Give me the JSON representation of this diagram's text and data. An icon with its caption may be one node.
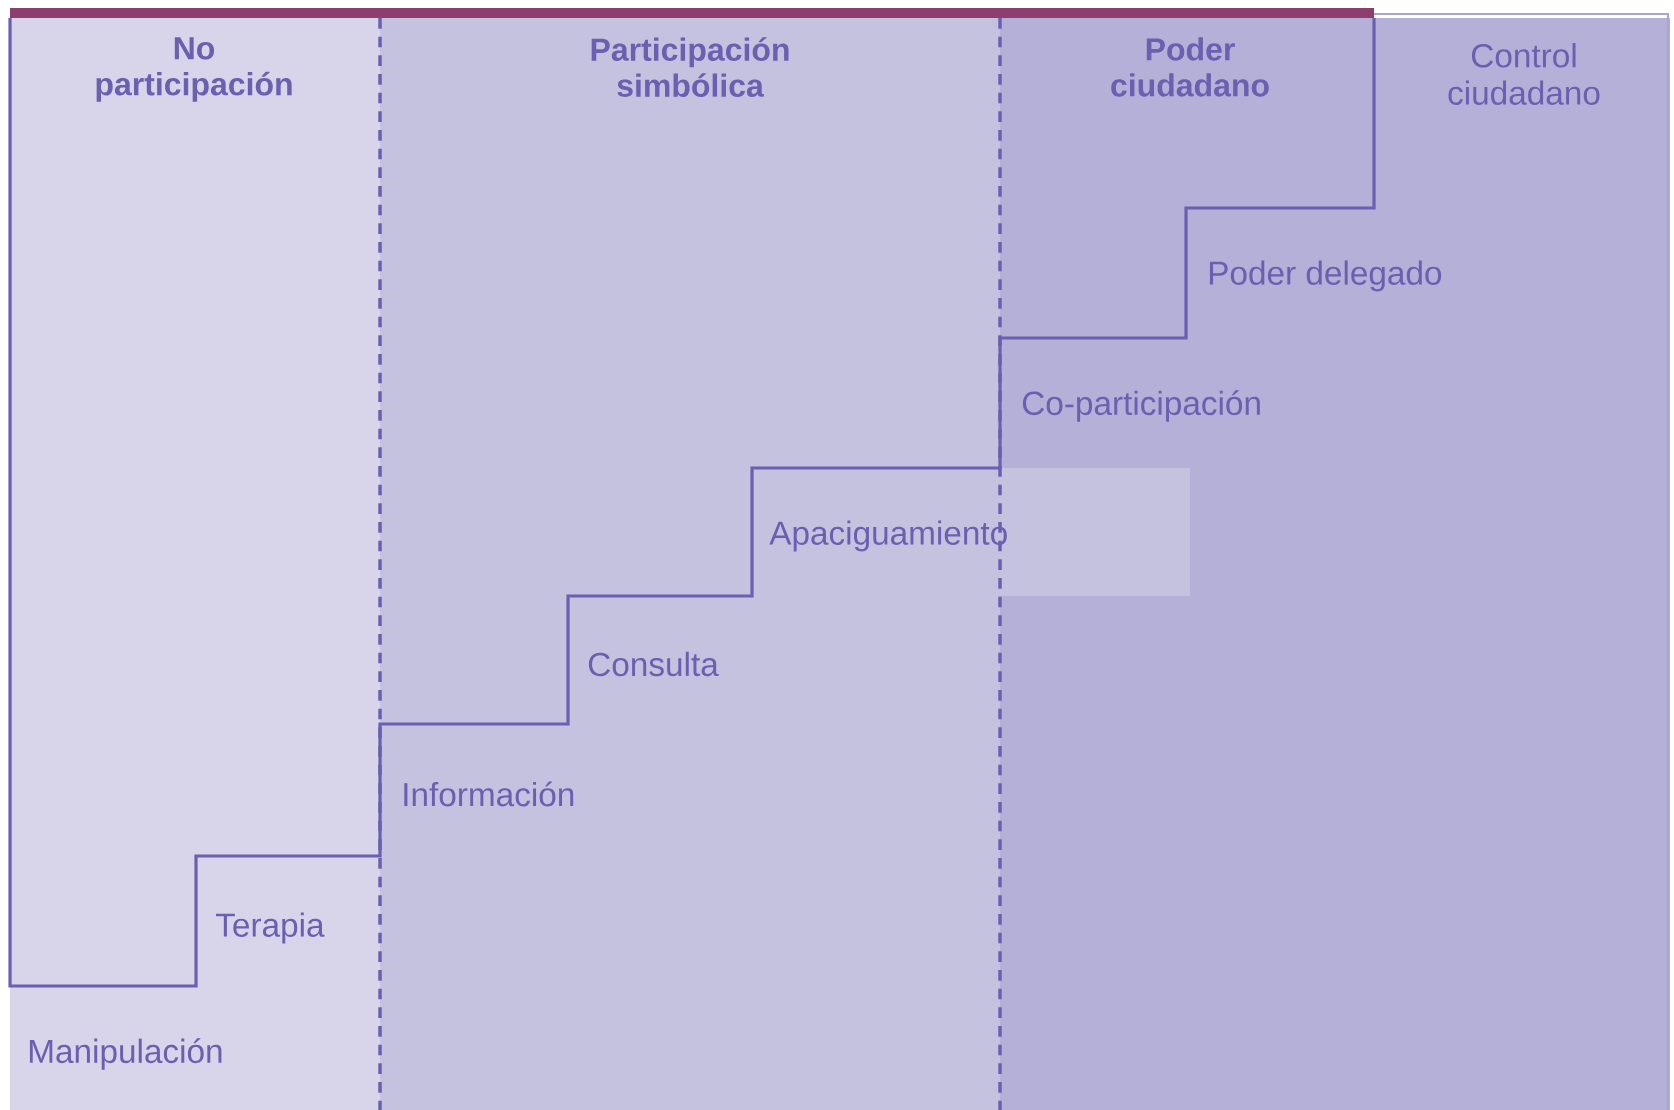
{
  "diagram": {
    "nodes": [
      {
        "text": [
          "No participación"
        ]
      },
      {
        "text": [
          "Participación simbólica"
        ]
      },
      {
        "text": [
          "Poder ciudadano"
        ]
      }
    ],
    "labels": [
      "Manipulación",
      "Terapia",
      "Información",
      "Consulta",
      "Apaciguamiento",
      "Co-participación",
      "Poder delegado",
      "Control ciudadano"
    ]
  }
}
